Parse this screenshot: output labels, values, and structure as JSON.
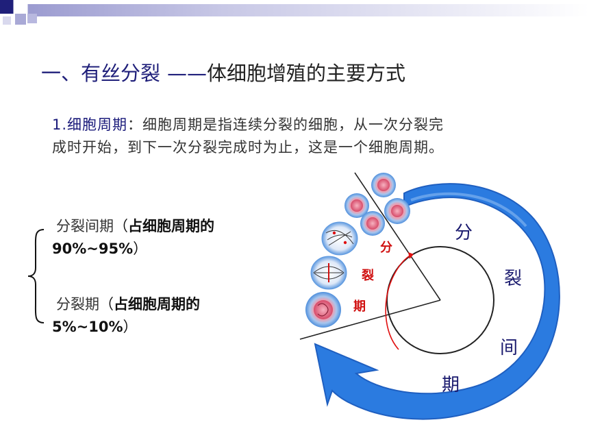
{
  "title": {
    "main": "一、有丝分裂",
    "dash": "——",
    "rest": "体细胞增殖的主要方式"
  },
  "definition": {
    "term": "1.细胞周期",
    "colon": "：",
    "text": "细胞周期是指连续分裂的细胞，从一次分裂完成时开始，到下一次分裂完成时为止，这是一个细胞周期。"
  },
  "phases": [
    {
      "name": "分裂间期",
      "open": "（",
      "detail": "占细胞周期的90%~95%",
      "close": "）"
    },
    {
      "name": "分裂期",
      "open": "（",
      "detail": "占细胞周期的5%~10%",
      "close": "）"
    }
  ],
  "diagram": {
    "interphase_chars": [
      "分",
      "裂",
      "间",
      "期"
    ],
    "mitosis_chars": [
      "分",
      "裂",
      "期"
    ],
    "colors": {
      "arrow": "#2b7be0",
      "arrow_dark": "#1f5fc0",
      "interphase_text": "#1a1a6e",
      "mitosis_text": "#d01010",
      "mitosis_arc": "#e01010",
      "line": "#222222"
    }
  },
  "header_colors": {
    "dark": "#1f1f7a",
    "light": "#c9c9e8"
  }
}
